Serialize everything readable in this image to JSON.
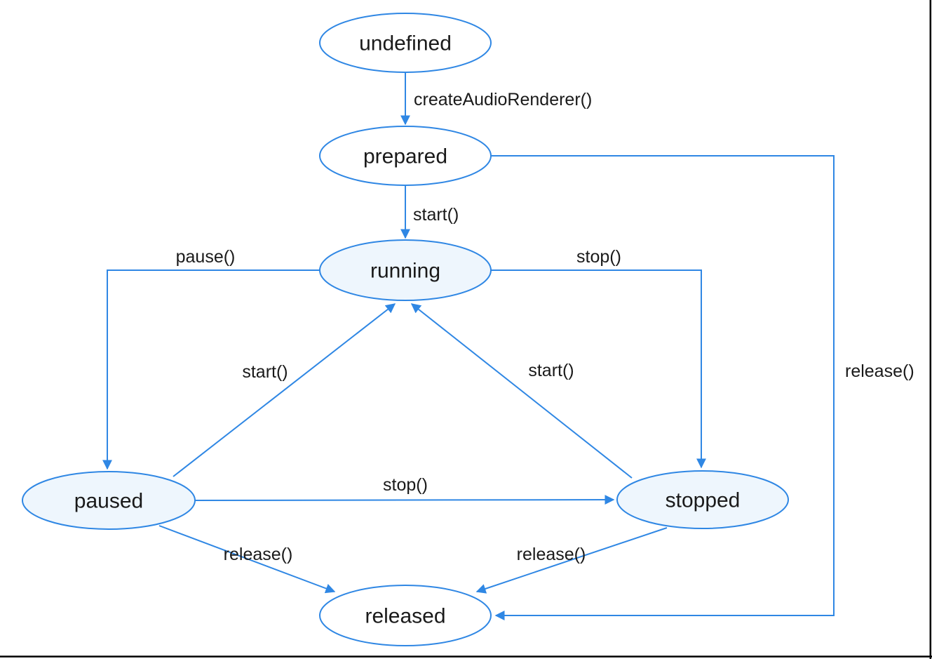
{
  "diagram": {
    "nodes": [
      {
        "id": "undefined",
        "label": "undefined"
      },
      {
        "id": "prepared",
        "label": "prepared"
      },
      {
        "id": "running",
        "label": "running"
      },
      {
        "id": "paused",
        "label": "paused"
      },
      {
        "id": "stopped",
        "label": "stopped"
      },
      {
        "id": "released",
        "label": "released"
      }
    ],
    "edges": [
      {
        "from": "undefined",
        "to": "prepared",
        "label": "createAudioRenderer()"
      },
      {
        "from": "prepared",
        "to": "running",
        "label": "start()"
      },
      {
        "from": "running",
        "to": "paused",
        "label": "pause()"
      },
      {
        "from": "running",
        "to": "stopped",
        "label": "stop()"
      },
      {
        "from": "paused",
        "to": "running",
        "label": "start()"
      },
      {
        "from": "stopped",
        "to": "running",
        "label": "start()"
      },
      {
        "from": "paused",
        "to": "stopped",
        "label": "stop()"
      },
      {
        "from": "paused",
        "to": "released",
        "label": "release()"
      },
      {
        "from": "stopped",
        "to": "released",
        "label": "release()"
      },
      {
        "from": "prepared",
        "to": "released",
        "label": "release()"
      }
    ],
    "colors": {
      "edge": "#2f87e4",
      "node_fill_plain": "#ffffff",
      "node_fill_active": "#eef6fd",
      "text": "#1a1a1a",
      "frame": "#000000"
    }
  }
}
